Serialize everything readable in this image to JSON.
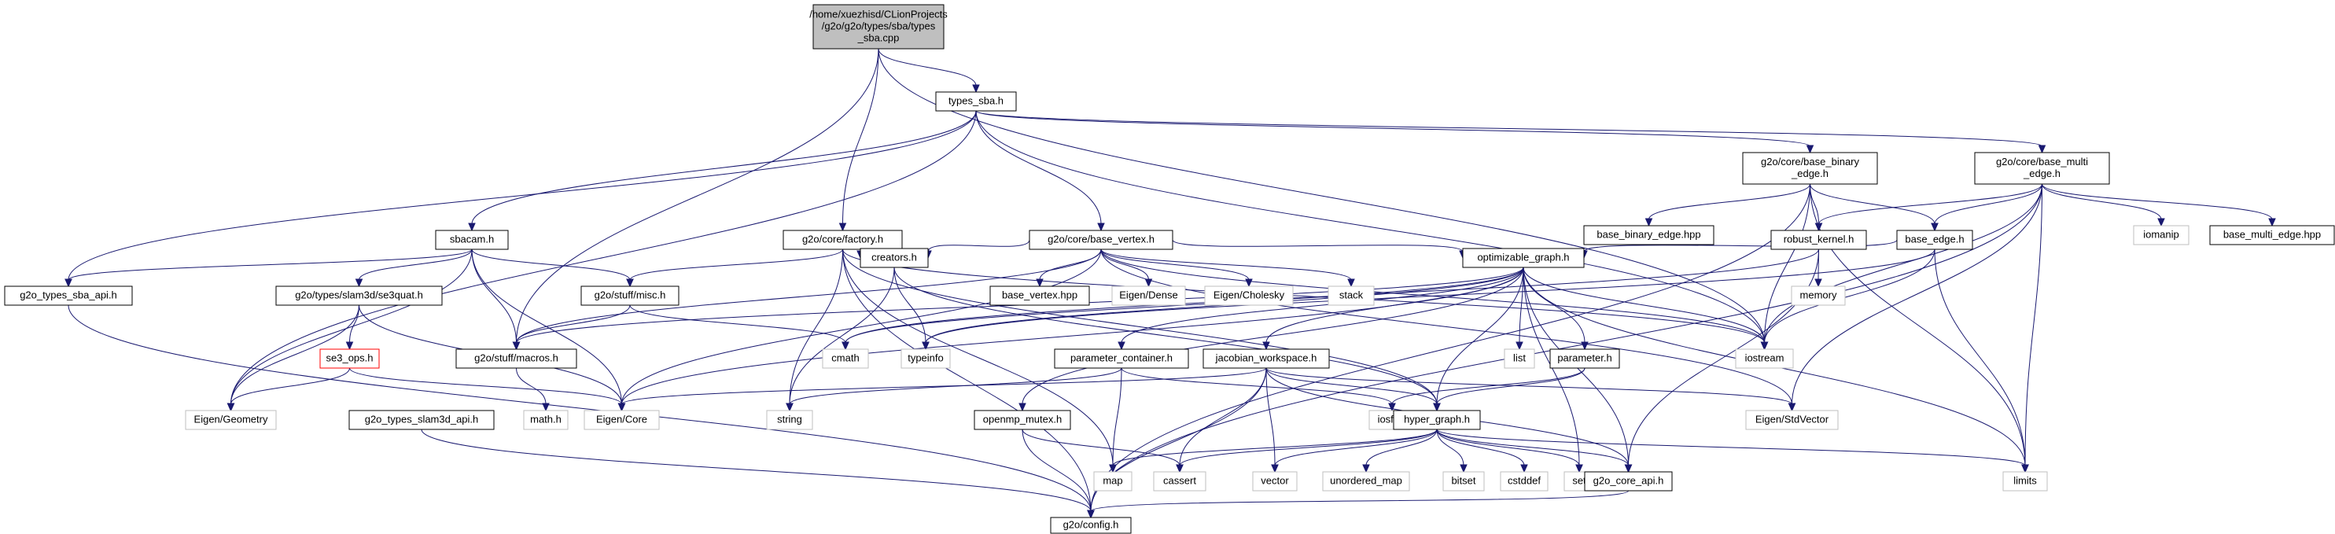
{
  "diagram": {
    "type": "include-dependency-graph",
    "colors": {
      "edge": "#191970",
      "root_fill": "#bfbfbf",
      "documented_border": "#000000",
      "external_border": "#bfbfbf",
      "external_text": "#000000",
      "broken_border": "#ff0000"
    },
    "nodes": [
      {
        "id": "root",
        "label": [
          "/home/xuezhisd/CLionProjects",
          "/g2o/g2o/types/sba/types",
          "_sba.cpp"
        ],
        "kind": "root"
      },
      {
        "id": "types_sba_h",
        "label": [
          "types_sba.h"
        ],
        "kind": "documented"
      },
      {
        "id": "base_binary_edge_h",
        "label": [
          "g2o/core/base_binary",
          "_edge.h"
        ],
        "kind": "documented"
      },
      {
        "id": "base_multi_edge_h",
        "label": [
          "g2o/core/base_multi",
          "_edge.h"
        ],
        "kind": "documented"
      },
      {
        "id": "sbacam_h",
        "label": [
          "sbacam.h"
        ],
        "kind": "documented"
      },
      {
        "id": "factory_h",
        "label": [
          "g2o/core/factory.h"
        ],
        "kind": "documented"
      },
      {
        "id": "base_vertex_h",
        "label": [
          "g2o/core/base_vertex.h"
        ],
        "kind": "documented"
      },
      {
        "id": "base_binary_edge_hpp",
        "label": [
          "base_binary_edge.hpp"
        ],
        "kind": "documented"
      },
      {
        "id": "robust_kernel_h",
        "label": [
          "robust_kernel.h"
        ],
        "kind": "documented"
      },
      {
        "id": "base_edge_h",
        "label": [
          "base_edge.h"
        ],
        "kind": "documented"
      },
      {
        "id": "iomanip",
        "label": [
          "iomanip"
        ],
        "kind": "external"
      },
      {
        "id": "base_multi_edge_hpp",
        "label": [
          "base_multi_edge.hpp"
        ],
        "kind": "documented"
      },
      {
        "id": "g2o_types_sba_api_h",
        "label": [
          "g2o_types_sba_api.h"
        ],
        "kind": "documented"
      },
      {
        "id": "se3quat_h",
        "label": [
          "g2o/types/slam3d/se3quat.h"
        ],
        "kind": "documented"
      },
      {
        "id": "misc_h",
        "label": [
          "g2o/stuff/misc.h"
        ],
        "kind": "documented"
      },
      {
        "id": "creators_h",
        "label": [
          "creators.h"
        ],
        "kind": "documented"
      },
      {
        "id": "base_vertex_hpp",
        "label": [
          "base_vertex.hpp"
        ],
        "kind": "documented"
      },
      {
        "id": "eigen_dense",
        "label": [
          "Eigen/Dense"
        ],
        "kind": "external"
      },
      {
        "id": "eigen_cholesky",
        "label": [
          "Eigen/Cholesky"
        ],
        "kind": "external"
      },
      {
        "id": "stack",
        "label": [
          "stack"
        ],
        "kind": "external"
      },
      {
        "id": "optimizable_graph_h",
        "label": [
          "optimizable_graph.h"
        ],
        "kind": "documented"
      },
      {
        "id": "memory",
        "label": [
          "memory"
        ],
        "kind": "external"
      },
      {
        "id": "se3_ops_h",
        "label": [
          "se3_ops.h"
        ],
        "kind": "broken"
      },
      {
        "id": "macros_h",
        "label": [
          "g2o/stuff/macros.h"
        ],
        "kind": "documented"
      },
      {
        "id": "cmath",
        "label": [
          "cmath"
        ],
        "kind": "external"
      },
      {
        "id": "typeinfo",
        "label": [
          "typeinfo"
        ],
        "kind": "external"
      },
      {
        "id": "parameter_container_h",
        "label": [
          "parameter_container.h"
        ],
        "kind": "documented"
      },
      {
        "id": "jacobian_workspace_h",
        "label": [
          "jacobian_workspace.h"
        ],
        "kind": "documented"
      },
      {
        "id": "list",
        "label": [
          "list"
        ],
        "kind": "external"
      },
      {
        "id": "parameter_h",
        "label": [
          "parameter.h"
        ],
        "kind": "documented"
      },
      {
        "id": "iostream",
        "label": [
          "iostream"
        ],
        "kind": "external"
      },
      {
        "id": "eigen_geometry",
        "label": [
          "Eigen/Geometry"
        ],
        "kind": "external"
      },
      {
        "id": "g2o_types_slam3d_api_h",
        "label": [
          "g2o_types_slam3d_api.h"
        ],
        "kind": "documented"
      },
      {
        "id": "math_h",
        "label": [
          "math.h"
        ],
        "kind": "external"
      },
      {
        "id": "eigen_core",
        "label": [
          "Eigen/Core"
        ],
        "kind": "external"
      },
      {
        "id": "string",
        "label": [
          "string"
        ],
        "kind": "external"
      },
      {
        "id": "openmp_mutex_h",
        "label": [
          "openmp_mutex.h"
        ],
        "kind": "documented"
      },
      {
        "id": "iosfwd",
        "label": [
          "iosfwd"
        ],
        "kind": "external"
      },
      {
        "id": "hyper_graph_h",
        "label": [
          "hyper_graph.h"
        ],
        "kind": "documented"
      },
      {
        "id": "eigen_stdvector",
        "label": [
          "Eigen/StdVector"
        ],
        "kind": "external"
      },
      {
        "id": "map",
        "label": [
          "map"
        ],
        "kind": "external"
      },
      {
        "id": "cassert",
        "label": [
          "cassert"
        ],
        "kind": "external"
      },
      {
        "id": "vector",
        "label": [
          "vector"
        ],
        "kind": "external"
      },
      {
        "id": "unordered_map",
        "label": [
          "unordered_map"
        ],
        "kind": "external"
      },
      {
        "id": "bitset",
        "label": [
          "bitset"
        ],
        "kind": "external"
      },
      {
        "id": "cstddef",
        "label": [
          "cstddef"
        ],
        "kind": "external"
      },
      {
        "id": "set",
        "label": [
          "set"
        ],
        "kind": "external"
      },
      {
        "id": "g2o_core_api_h",
        "label": [
          "g2o_core_api.h"
        ],
        "kind": "documented"
      },
      {
        "id": "limits",
        "label": [
          "limits"
        ],
        "kind": "external"
      },
      {
        "id": "config_h",
        "label": [
          "g2o/config.h"
        ],
        "kind": "documented"
      }
    ],
    "edges": [
      [
        "root",
        "types_sba_h"
      ],
      [
        "root",
        "factory_h"
      ],
      [
        "root",
        "macros_h"
      ],
      [
        "root",
        "iostream"
      ],
      [
        "types_sba_h",
        "g2o_types_sba_api_h"
      ],
      [
        "types_sba_h",
        "eigen_geometry"
      ],
      [
        "types_sba_h",
        "sbacam_h"
      ],
      [
        "types_sba_h",
        "base_vertex_h"
      ],
      [
        "types_sba_h",
        "base_binary_edge_h"
      ],
      [
        "types_sba_h",
        "base_multi_edge_h"
      ],
      [
        "types_sba_h",
        "iostream"
      ],
      [
        "base_binary_edge_h",
        "base_binary_edge_hpp"
      ],
      [
        "base_binary_edge_h",
        "robust_kernel_h"
      ],
      [
        "base_binary_edge_h",
        "base_edge_h"
      ],
      [
        "base_binary_edge_h",
        "iostream"
      ],
      [
        "base_binary_edge_h",
        "limits"
      ],
      [
        "base_binary_edge_h",
        "config_h"
      ],
      [
        "base_multi_edge_h",
        "robust_kernel_h"
      ],
      [
        "base_multi_edge_h",
        "base_edge_h"
      ],
      [
        "base_multi_edge_h",
        "iomanip"
      ],
      [
        "base_multi_edge_h",
        "base_multi_edge_hpp"
      ],
      [
        "base_multi_edge_h",
        "iostream"
      ],
      [
        "base_multi_edge_h",
        "eigen_stdvector"
      ],
      [
        "base_multi_edge_h",
        "limits"
      ],
      [
        "base_multi_edge_h",
        "config_h"
      ],
      [
        "sbacam_h",
        "g2o_types_sba_api_h"
      ],
      [
        "sbacam_h",
        "se3quat_h"
      ],
      [
        "sbacam_h",
        "misc_h"
      ],
      [
        "sbacam_h",
        "macros_h"
      ],
      [
        "sbacam_h",
        "eigen_geometry"
      ],
      [
        "sbacam_h",
        "eigen_core"
      ],
      [
        "factory_h",
        "config_h"
      ],
      [
        "factory_h",
        "misc_h"
      ],
      [
        "factory_h",
        "creators_h"
      ],
      [
        "factory_h",
        "string"
      ],
      [
        "factory_h",
        "map"
      ],
      [
        "factory_h",
        "iostream"
      ],
      [
        "factory_h",
        "hyper_graph_h"
      ],
      [
        "base_vertex_h",
        "creators_h"
      ],
      [
        "base_vertex_h",
        "base_vertex_hpp"
      ],
      [
        "base_vertex_h",
        "eigen_dense"
      ],
      [
        "base_vertex_h",
        "eigen_cholesky"
      ],
      [
        "base_vertex_h",
        "stack"
      ],
      [
        "base_vertex_h",
        "optimizable_graph_h"
      ],
      [
        "base_vertex_h",
        "macros_h"
      ],
      [
        "base_vertex_h",
        "eigen_core"
      ],
      [
        "base_vertex_h",
        "eigen_stdvector"
      ],
      [
        "base_vertex_h",
        "iostream"
      ],
      [
        "robust_kernel_h",
        "memory"
      ],
      [
        "robust_kernel_h",
        "g2o_core_api_h"
      ],
      [
        "robust_kernel_h",
        "cmath"
      ],
      [
        "base_edge_h",
        "optimizable_graph_h"
      ],
      [
        "base_edge_h",
        "iostream"
      ],
      [
        "base_edge_h",
        "limits"
      ],
      [
        "base_edge_h",
        "typeinfo"
      ],
      [
        "g2o_types_sba_api_h",
        "config_h"
      ],
      [
        "se3quat_h",
        "se3_ops_h"
      ],
      [
        "se3quat_h",
        "eigen_geometry"
      ],
      [
        "se3quat_h",
        "eigen_core"
      ],
      [
        "misc_h",
        "macros_h"
      ],
      [
        "misc_h",
        "cmath"
      ],
      [
        "creators_h",
        "hyper_graph_h"
      ],
      [
        "creators_h",
        "string"
      ],
      [
        "creators_h",
        "typeinfo"
      ],
      [
        "optimizable_graph_h",
        "set"
      ],
      [
        "optimizable_graph_h",
        "iostream"
      ],
      [
        "optimizable_graph_h",
        "list"
      ],
      [
        "optimizable_graph_h",
        "limits"
      ],
      [
        "optimizable_graph_h",
        "cmath"
      ],
      [
        "optimizable_graph_h",
        "typeinfo"
      ],
      [
        "optimizable_graph_h",
        "macros_h"
      ],
      [
        "optimizable_graph_h",
        "openmp_mutex_h"
      ],
      [
        "optimizable_graph_h",
        "parameter_container_h"
      ],
      [
        "optimizable_graph_h",
        "jacobian_workspace_h"
      ],
      [
        "optimizable_graph_h",
        "parameter_h"
      ],
      [
        "optimizable_graph_h",
        "hyper_graph_h"
      ],
      [
        "optimizable_graph_h",
        "g2o_core_api_h"
      ],
      [
        "optimizable_graph_h",
        "eigen_core"
      ],
      [
        "se3_ops_h",
        "eigen_core"
      ],
      [
        "se3_ops_h",
        "eigen_geometry"
      ],
      [
        "macros_h",
        "math_h"
      ],
      [
        "g2o_types_slam3d_api_h",
        "config_h"
      ],
      [
        "parameter_container_h",
        "string"
      ],
      [
        "parameter_container_h",
        "map"
      ],
      [
        "parameter_container_h",
        "iosfwd"
      ],
      [
        "jacobian_workspace_h",
        "eigen_core"
      ],
      [
        "jacobian_workspace_h",
        "eigen_stdvector"
      ],
      [
        "jacobian_workspace_h",
        "vector"
      ],
      [
        "jacobian_workspace_h",
        "cassert"
      ],
      [
        "jacobian_workspace_h",
        "hyper_graph_h"
      ],
      [
        "jacobian_workspace_h",
        "g2o_core_api_h"
      ],
      [
        "jacobian_workspace_h",
        "config_h"
      ],
      [
        "parameter_h",
        "iosfwd"
      ],
      [
        "parameter_h",
        "hyper_graph_h"
      ],
      [
        "openmp_mutex_h",
        "config_h"
      ],
      [
        "openmp_mutex_h",
        "cassert"
      ],
      [
        "hyper_graph_h",
        "map"
      ],
      [
        "hyper_graph_h",
        "set"
      ],
      [
        "hyper_graph_h",
        "limits"
      ],
      [
        "hyper_graph_h",
        "cassert"
      ],
      [
        "hyper_graph_h",
        "vector"
      ],
      [
        "hyper_graph_h",
        "unordered_map"
      ],
      [
        "hyper_graph_h",
        "bitset"
      ],
      [
        "hyper_graph_h",
        "cstddef"
      ],
      [
        "hyper_graph_h",
        "g2o_core_api_h"
      ],
      [
        "g2o_core_api_h",
        "config_h"
      ]
    ]
  }
}
